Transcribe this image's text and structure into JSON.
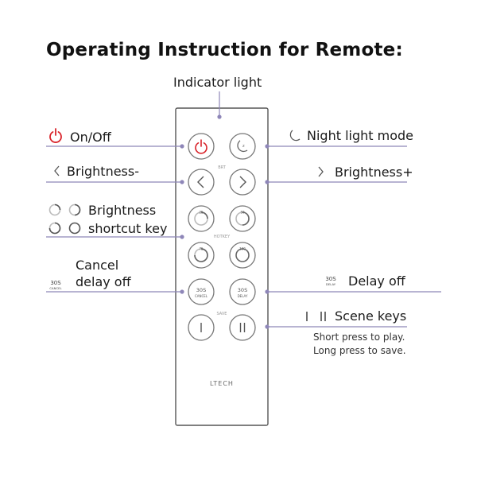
{
  "title": "Operating Instruction for Remote:",
  "callouts": {
    "indicator": "Indicator light",
    "on_off": "On/Off",
    "night_light": "Night light mode",
    "brightness_minus": "Brightness-",
    "brightness_plus": "Brightness+",
    "brightness_shortcut_line1": "Brightness",
    "brightness_shortcut_line2": "shortcut key",
    "cancel_line1": "Cancel",
    "cancel_line2": "delay off",
    "delay_off": "Delay off",
    "scene_keys": "Scene keys",
    "scene_note_line1": "Short press to play.",
    "scene_note_line2": "Long press to save."
  },
  "remote": {
    "brand": "LTECH",
    "section_brt": "BRT",
    "section_hotkey": "HOTKEY",
    "section_save": "SAVE",
    "key_30s": "30S",
    "key_cancel": "CANCEL",
    "key_delay": "DELAY",
    "hotkeys": [
      "25",
      "50",
      "75",
      "100"
    ],
    "scene_1": "I",
    "scene_2": "II"
  },
  "colors": {
    "callout_line": "#8e86b8",
    "power_red": "#d9242b",
    "remote_border": "#555555",
    "button_border": "#777777"
  },
  "icons": [
    "power-icon",
    "moon-icon",
    "chevron-left-icon",
    "chevron-right-icon",
    "hotkey-icon",
    "timer-30s-icon",
    "scene-icon"
  ]
}
